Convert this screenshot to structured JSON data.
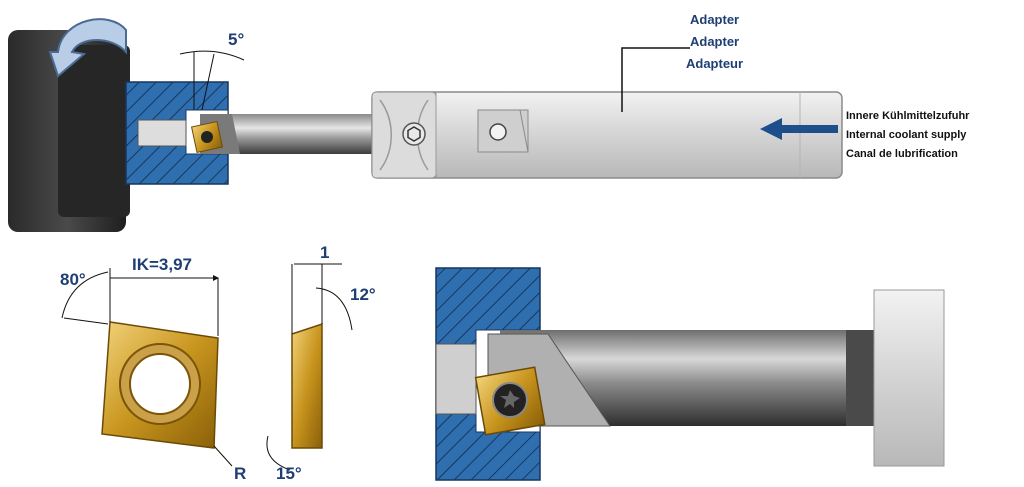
{
  "adapter": {
    "labels": [
      "Adapter",
      "Adapter",
      "Adapteur"
    ]
  },
  "coolant": {
    "labels": [
      "Innere Kühlmittelzufuhr",
      "Internal coolant supply",
      "Canal de lubrification"
    ]
  },
  "angles": {
    "top_clearance": "5°",
    "insert_corner": "80°",
    "side_clearance": "12°",
    "chip_angle": "15°"
  },
  "insert": {
    "ik_label": "IK=3,97",
    "thickness": "1",
    "radius": "R"
  },
  "colors": {
    "label_blue": "#1f3f73",
    "workpiece_blue": "#2f6fb0",
    "insert_gold": "#d4a12a",
    "arrow_blue": "#1f4e8c",
    "steel_dark": "#3a3a3a"
  }
}
